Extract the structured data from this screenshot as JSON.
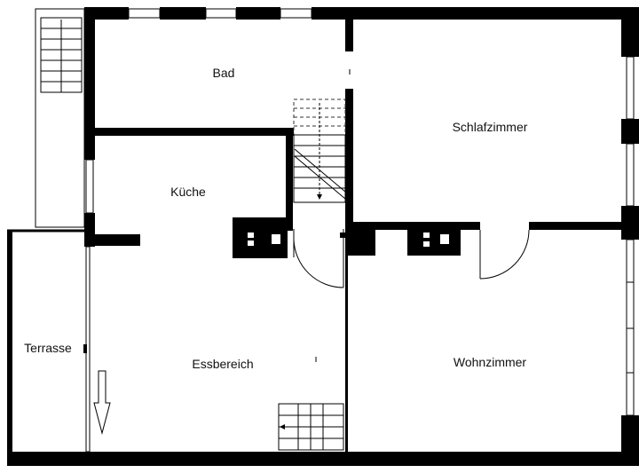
{
  "floorplan": {
    "rooms": {
      "bad": "Bad",
      "schlafzimmer": "Schlafzimmer",
      "kueche": "Küche",
      "terrasse": "Terrasse",
      "essbereich": "Essbereich",
      "wohnzimmer": "Wohnzimmer"
    },
    "colors": {
      "wall": "#000000",
      "background": "#ffffff",
      "dashed": "#333333"
    }
  }
}
